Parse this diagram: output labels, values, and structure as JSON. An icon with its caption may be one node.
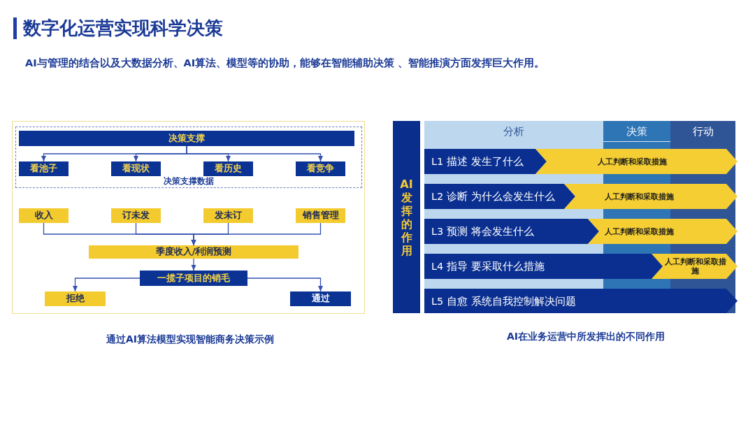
{
  "diagram": {
    "title": "数字化运营实现科学决策",
    "nodes": [
      {
        "text": [
          "决策支撑数据"
        ]
      },
      {
        "text": [
          "决策支撑"
        ],
        "in": 0
      },
      {
        "text": [
          "看池子"
        ],
        "in": 0
      },
      {
        "text": [
          "看现状"
        ],
        "in": 0
      },
      {
        "text": [
          "看历史"
        ],
        "in": 0
      },
      {
        "text": [
          "看竞争"
        ],
        "in": 0
      },
      {
        "text": [
          "收入"
        ]
      },
      {
        "text": [
          "订未发"
        ]
      },
      {
        "text": [
          "发未订"
        ]
      },
      {
        "text": [
          "销售管理"
        ]
      },
      {
        "text": [
          "季度收入/利润预测"
        ]
      },
      {
        "text": [
          "一揽子项目的销毛"
        ]
      },
      {
        "text": [
          "拒绝"
        ]
      },
      {
        "text": [
          "通过"
        ]
      },
      {
        "text": [
          "AI发挥的作用"
        ]
      },
      {
        "text": [
          "分析"
        ]
      },
      {
        "text": [
          "决策"
        ]
      },
      {
        "text": [
          "行动"
        ]
      },
      {
        "text": [
          "L1 描述 发生了什么"
        ]
      },
      {
        "text": [
          "人工判断和采取措施"
        ]
      },
      {
        "text": [
          "L2 诊断 为什么会发生什么"
        ]
      },
      {
        "text": [
          "人工判断和采取措施"
        ]
      },
      {
        "text": [
          "L3 预测 将会发生什么"
        ]
      },
      {
        "text": [
          "人工判断和采取措施"
        ]
      },
      {
        "text": [
          "L4 指导 要采取什么措施"
        ]
      },
      {
        "text": [
          "人工判断和采取措施"
        ]
      },
      {
        "text": [
          "L5 自愈 系统自我控制解决问题"
        ]
      }
    ],
    "edges": [
      {
        "from": 1,
        "to": 2,
        "arrow": "to"
      },
      {
        "from": 1,
        "to": 3,
        "arrow": "to"
      },
      {
        "from": 1,
        "to": 4,
        "arrow": "to"
      },
      {
        "from": 1,
        "to": 5,
        "arrow": "to"
      },
      {
        "from": 6,
        "to": 10,
        "arrow": "to"
      },
      {
        "from": 7,
        "to": 10,
        "arrow": "to"
      },
      {
        "from": 8,
        "to": 10,
        "arrow": "to"
      },
      {
        "from": 9,
        "to": 10,
        "arrow": "to"
      },
      {
        "from": 10,
        "to": 11,
        "arrow": "to"
      },
      {
        "from": 11,
        "to": 12,
        "arrow": "to"
      },
      {
        "from": 11,
        "to": 13,
        "arrow": "to"
      }
    ],
    "labels": [
      "AI与管理的结合以及大数据分析、AI算法、模型等的协助，能够在智能辅助决策 、智能推演方面发挥巨大作用。",
      "通过AI算法模型实现智能商务决策示例",
      "AI在业务运营中所发挥出的不同作用"
    ]
  }
}
